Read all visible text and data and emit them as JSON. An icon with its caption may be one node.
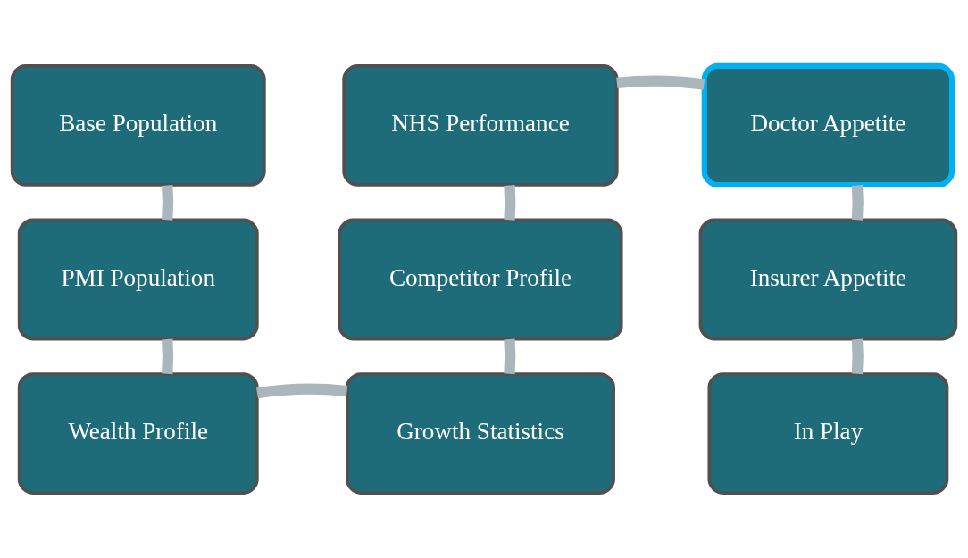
{
  "diagram": {
    "nodes": [
      {
        "text": [
          "Base Population"
        ]
      },
      {
        "text": [
          "PMI Population"
        ]
      },
      {
        "text": [
          "Wealth Profile"
        ]
      },
      {
        "text": [
          "NHS Performance"
        ]
      },
      {
        "text": [
          "Competitor Profile"
        ]
      },
      {
        "text": [
          "Growth Statistics"
        ]
      },
      {
        "text": [
          "Doctor Appetite"
        ]
      },
      {
        "text": [
          "Insurer Appetite"
        ]
      },
      {
        "text": [
          "In Play"
        ]
      }
    ],
    "edges": [
      {
        "from": 0,
        "to": 1,
        "arrow": "none"
      },
      {
        "from": 1,
        "to": 2,
        "arrow": "none"
      },
      {
        "from": 2,
        "to": 5,
        "arrow": "none"
      },
      {
        "from": 5,
        "to": 4,
        "arrow": "none"
      },
      {
        "from": 4,
        "to": 3,
        "arrow": "none"
      },
      {
        "from": 3,
        "to": 6,
        "arrow": "none"
      },
      {
        "from": 6,
        "to": 7,
        "arrow": "none"
      },
      {
        "from": 7,
        "to": 8,
        "arrow": "none"
      }
    ]
  }
}
